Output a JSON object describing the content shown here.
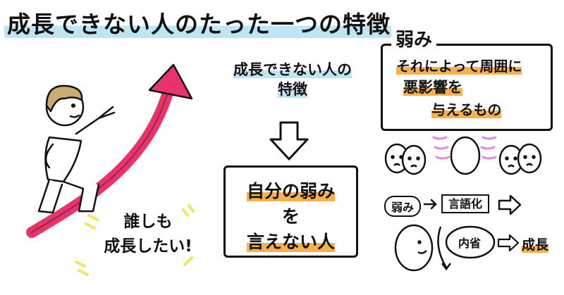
{
  "title": "成長できない人のたった一つの特徴",
  "feature": {
    "line1": "成長できない人の",
    "line2": "特徴"
  },
  "answer": {
    "line1": "自分の弱み",
    "line2": "を",
    "line3": "言えない人"
  },
  "everyone": {
    "line1": "誰しも",
    "line2": "成長したい!"
  },
  "weakness": {
    "heading": "弱み",
    "line1": "それによって周囲に",
    "line2": "悪影響を",
    "line3": "与えるもの"
  },
  "flow": {
    "weakness_tag": "弱み",
    "verbalize": "言語化",
    "reflection": "内省",
    "growth": "成長"
  },
  "colors": {
    "blue_highlight": "#bfe4f2",
    "orange_highlight": "#f7b04a",
    "arrow_pink": "#e8336b",
    "accent_lines": "#e58ad8",
    "hair": "#c9ad72",
    "star_yellow": "#f2e65a"
  },
  "icons": {
    "arrow": "rising-arrow-icon",
    "person": "climbing-person-icon",
    "down_arrow": "down-arrow-icon",
    "faces": "worried-face-icon",
    "thinking": "smiling-face-icon"
  }
}
